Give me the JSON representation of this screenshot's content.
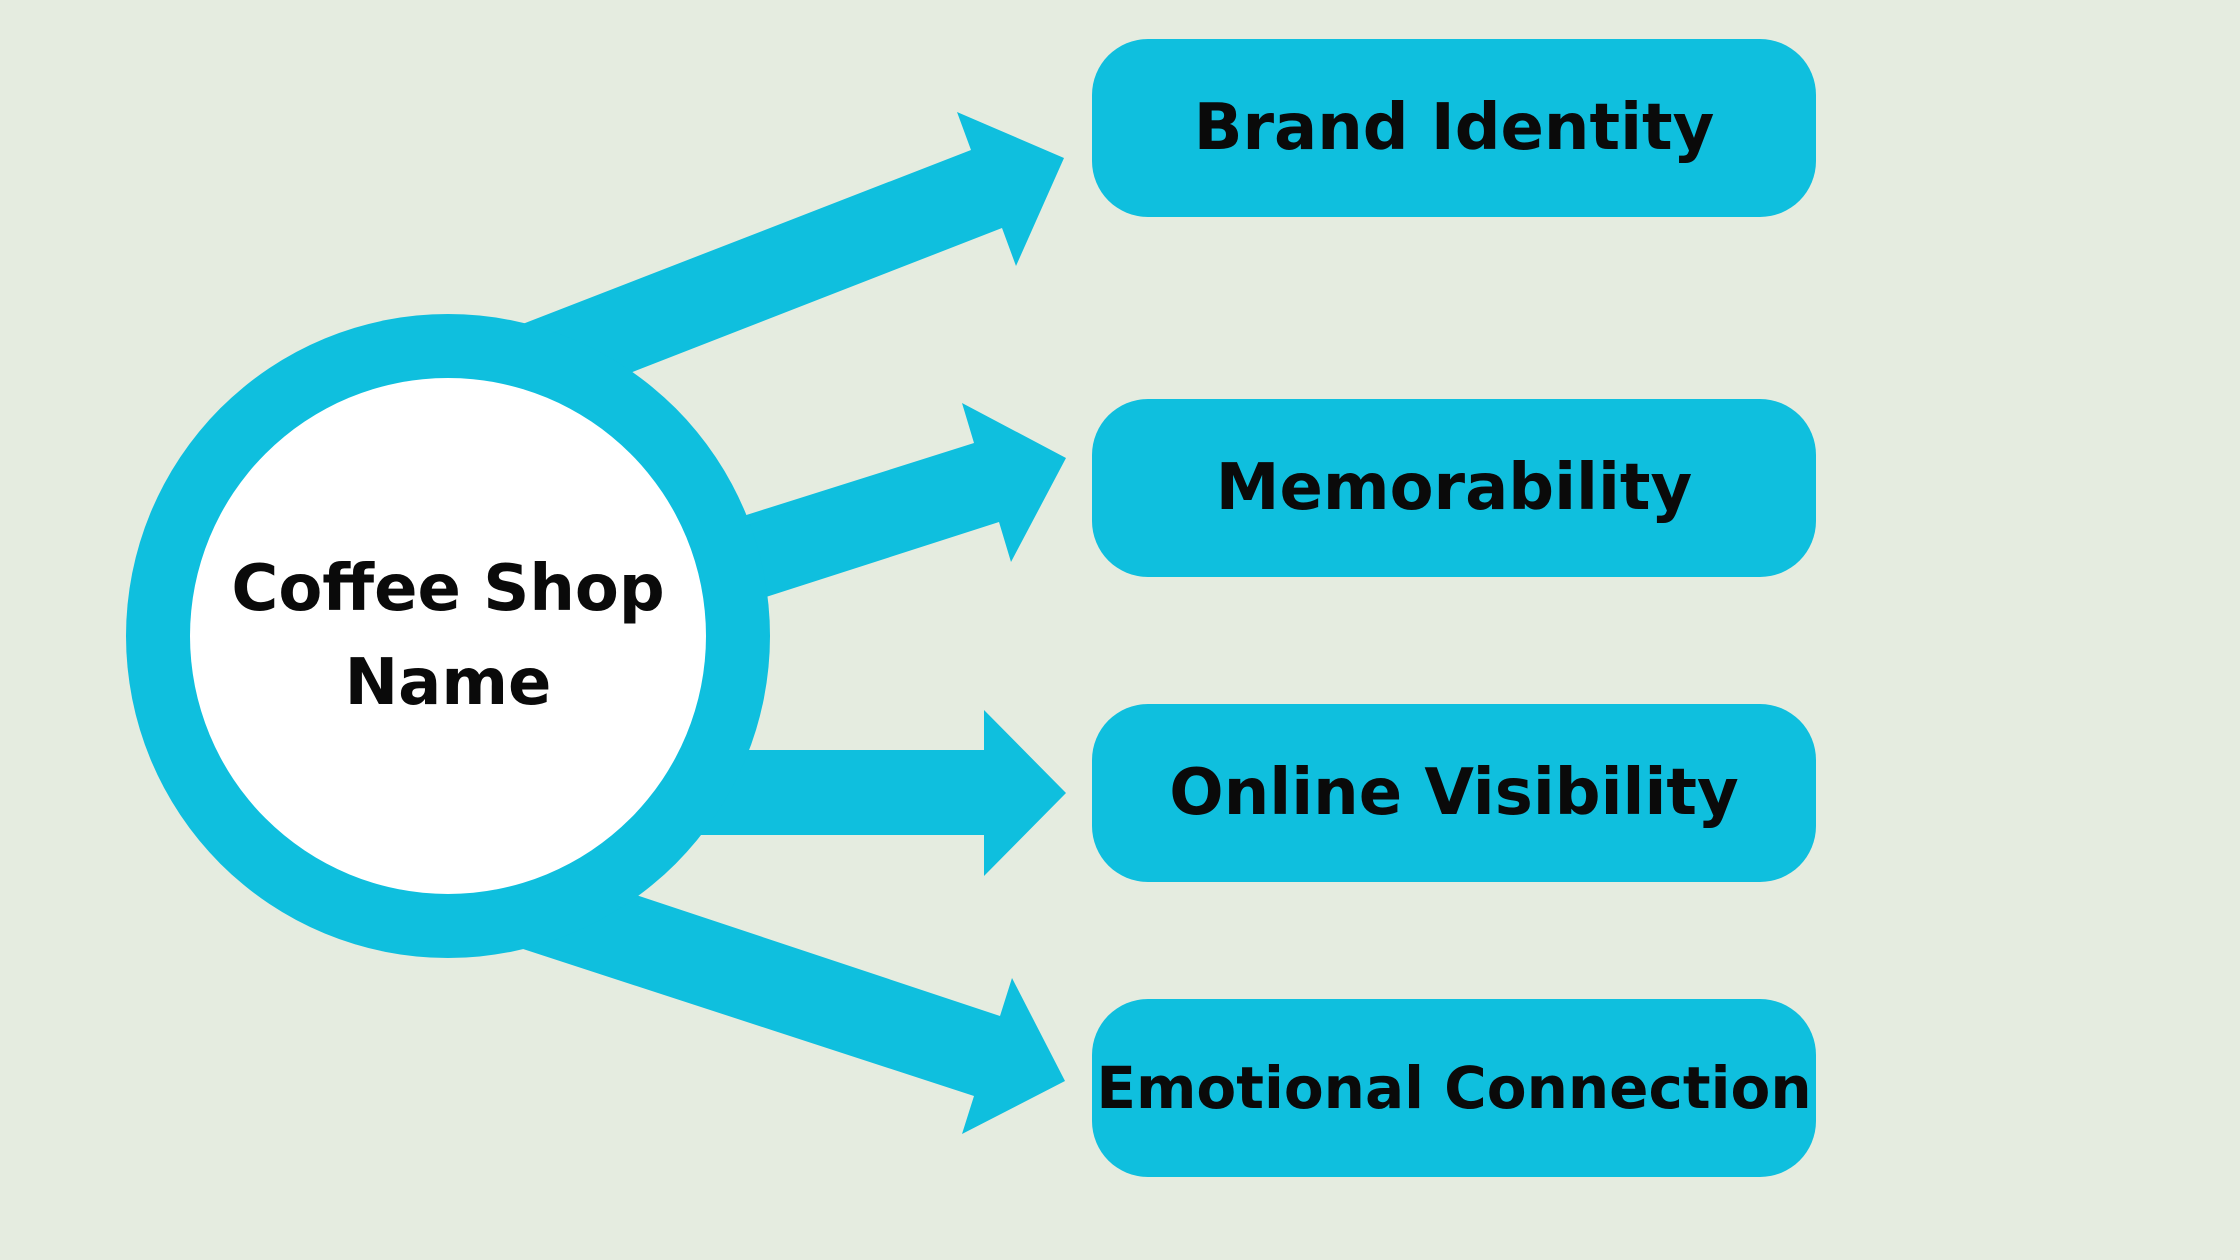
{
  "colors": {
    "background": "#e5ece0",
    "accent": "#0fbfde",
    "center_fill": "#ffffff",
    "text": "#0a0a0a"
  },
  "center": {
    "line1": "Coffee Shop",
    "line2": "Name"
  },
  "nodes": [
    {
      "label": "Brand Identity"
    },
    {
      "label": "Memorability"
    },
    {
      "label": "Online Visibility"
    },
    {
      "label": "Emotional Connection"
    }
  ]
}
